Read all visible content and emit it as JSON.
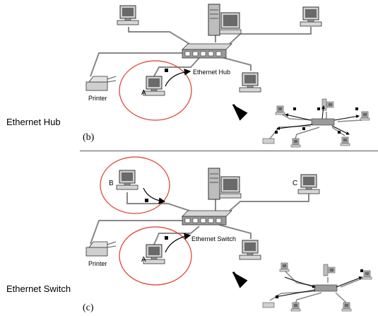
{
  "side_labels": {
    "top": "Ethernet Hub",
    "bottom": "Ethernet Switch"
  },
  "panels": {
    "top": {
      "label": "(b)",
      "device_label": "Ethernet Hub",
      "printer_label": "Printer",
      "node_label": "A"
    },
    "bottom": {
      "label": "(c)",
      "device_label": "Ethernet Switch",
      "printer_label": "Printer",
      "node_labels": [
        "A",
        "B",
        "C"
      ]
    }
  },
  "colors": {
    "circle": "#e03a2a",
    "cable": "#777777",
    "device": "#9a9a9a",
    "screen": "#6a6a6a"
  },
  "icons": [
    "computer-icon",
    "server-tower-icon",
    "printer-icon",
    "hub-icon",
    "switch-icon",
    "packet-icon",
    "arrow-icon"
  ]
}
